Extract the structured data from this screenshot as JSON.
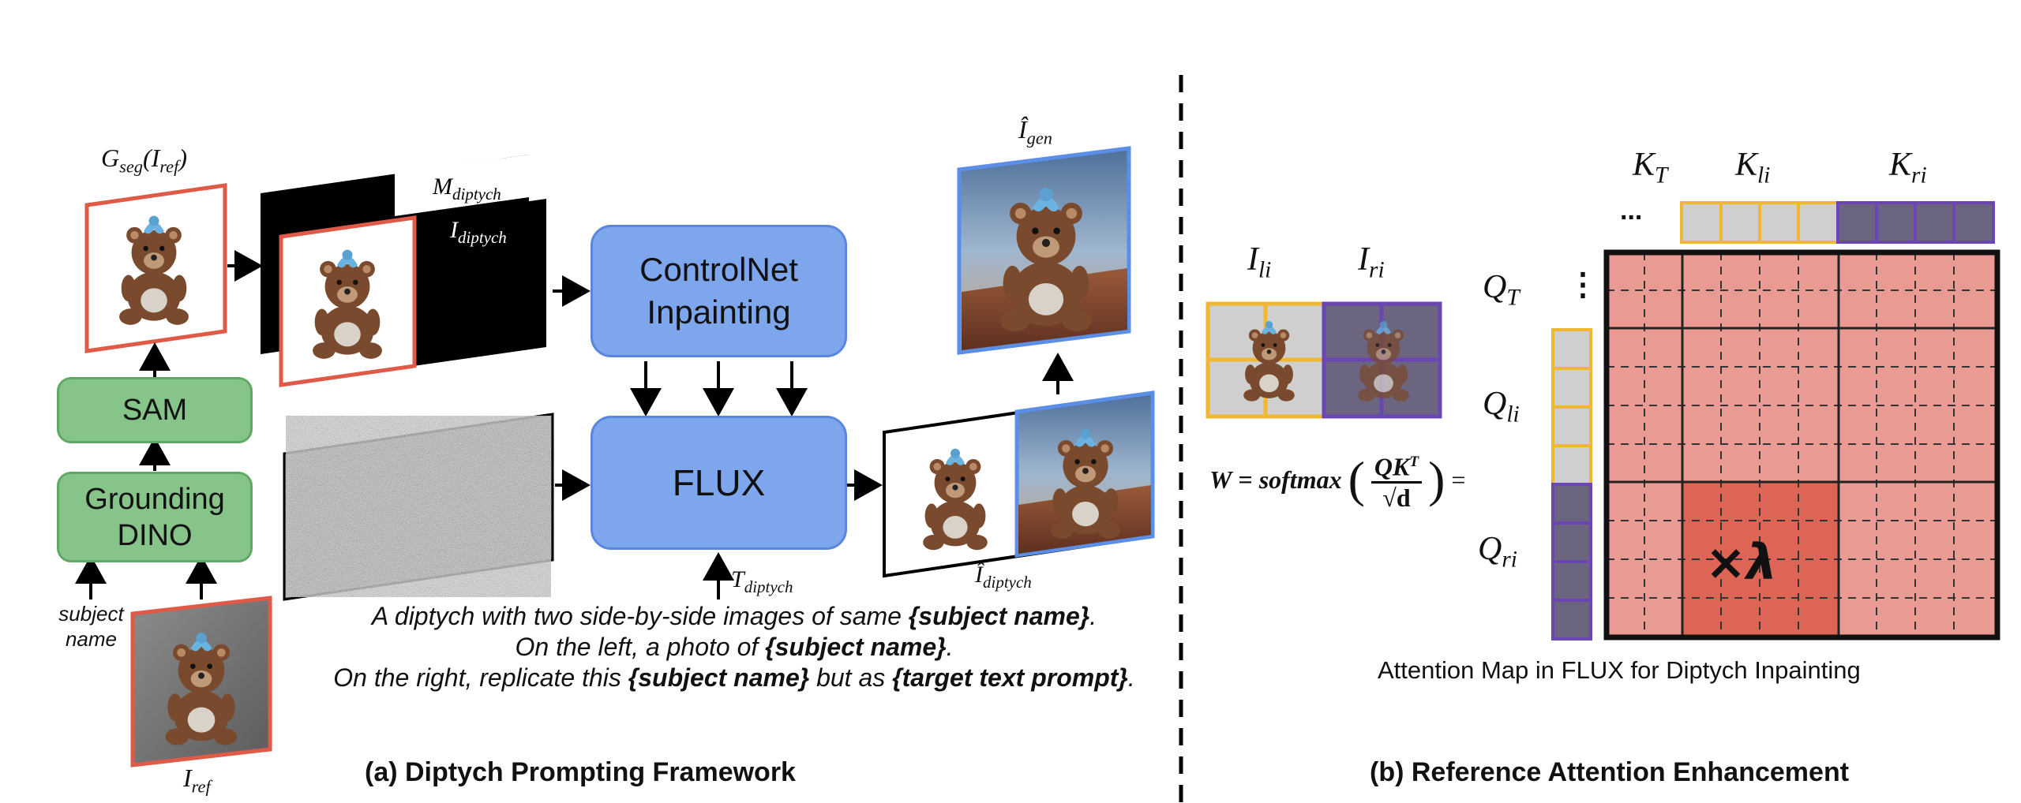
{
  "left_panel": {
    "caption": "(a) Diptych Prompting Framework",
    "seg_label": {
      "main": "G",
      "sub": "seg",
      "arg_main": "I",
      "arg_sub": "ref"
    },
    "iref_label": {
      "main": "I",
      "sub": "ref"
    },
    "sam_label": "SAM",
    "grounding_label_line1": "Grounding",
    "grounding_label_line2": "DINO",
    "subject_name_line1": "subject",
    "subject_name_line2": "name",
    "mask_label": {
      "main": "M",
      "sub": "diptych"
    },
    "idiptych_label": {
      "main": "I",
      "sub": "diptych"
    },
    "controlnet_line1": "ControlNet",
    "controlnet_line2": "Inpainting",
    "flux_label": "FLUX",
    "t_diptych_label": {
      "main": "T",
      "sub": "diptych"
    },
    "igen_label": {
      "main": "Î",
      "sub": "gen"
    },
    "ihat_diptych_label": {
      "main": "Î",
      "sub": "diptych"
    },
    "prompt": {
      "line1_a": "A diptych with two side-by-side images of same ",
      "line1_b": "{subject name}",
      "line1_c": ".",
      "line2_a": "On the left, a photo of ",
      "line2_b": "{subject name}",
      "line2_c": ".",
      "line3_a": "On the right, replicate this ",
      "line3_b": "{subject name}",
      "line3_c": " but as ",
      "line3_d": "{target text prompt}",
      "line3_e": "."
    }
  },
  "right_panel": {
    "caption": "(b) Reference Attention Enhancement",
    "attention_caption": "Attention Map in FLUX for Diptych Inpainting",
    "ili_label": {
      "main": "I",
      "sub": "li"
    },
    "iri_label": {
      "main": "I",
      "sub": "ri"
    },
    "kt_label": {
      "main": "K",
      "sub": "T"
    },
    "kli_label": {
      "main": "K",
      "sub": "li"
    },
    "kri_label": {
      "main": "K",
      "sub": "ri"
    },
    "qt_label": {
      "main": "Q",
      "sub": "T"
    },
    "qli_label": {
      "main": "Q",
      "sub": "li"
    },
    "qri_label": {
      "main": "Q",
      "sub": "ri"
    },
    "ellipsis_h": "...",
    "ellipsis_v": "⋮",
    "lambda_label": "×λ",
    "formula": {
      "w": "W",
      "eq": "=",
      "softmax": "softmax",
      "num": "QK",
      "sup": "T",
      "den": "√d",
      "tail": "="
    }
  },
  "colors": {
    "blue_box": "#7ea6ec",
    "green_box": "#86c48a",
    "ref_border": "#e05a48",
    "target_border": "#5b8ee6",
    "attention_fill": "#e99a93",
    "attention_highlight": "#dd6555",
    "ref_token_border": "#f0b733",
    "target_token_border": "#6a45b3"
  }
}
